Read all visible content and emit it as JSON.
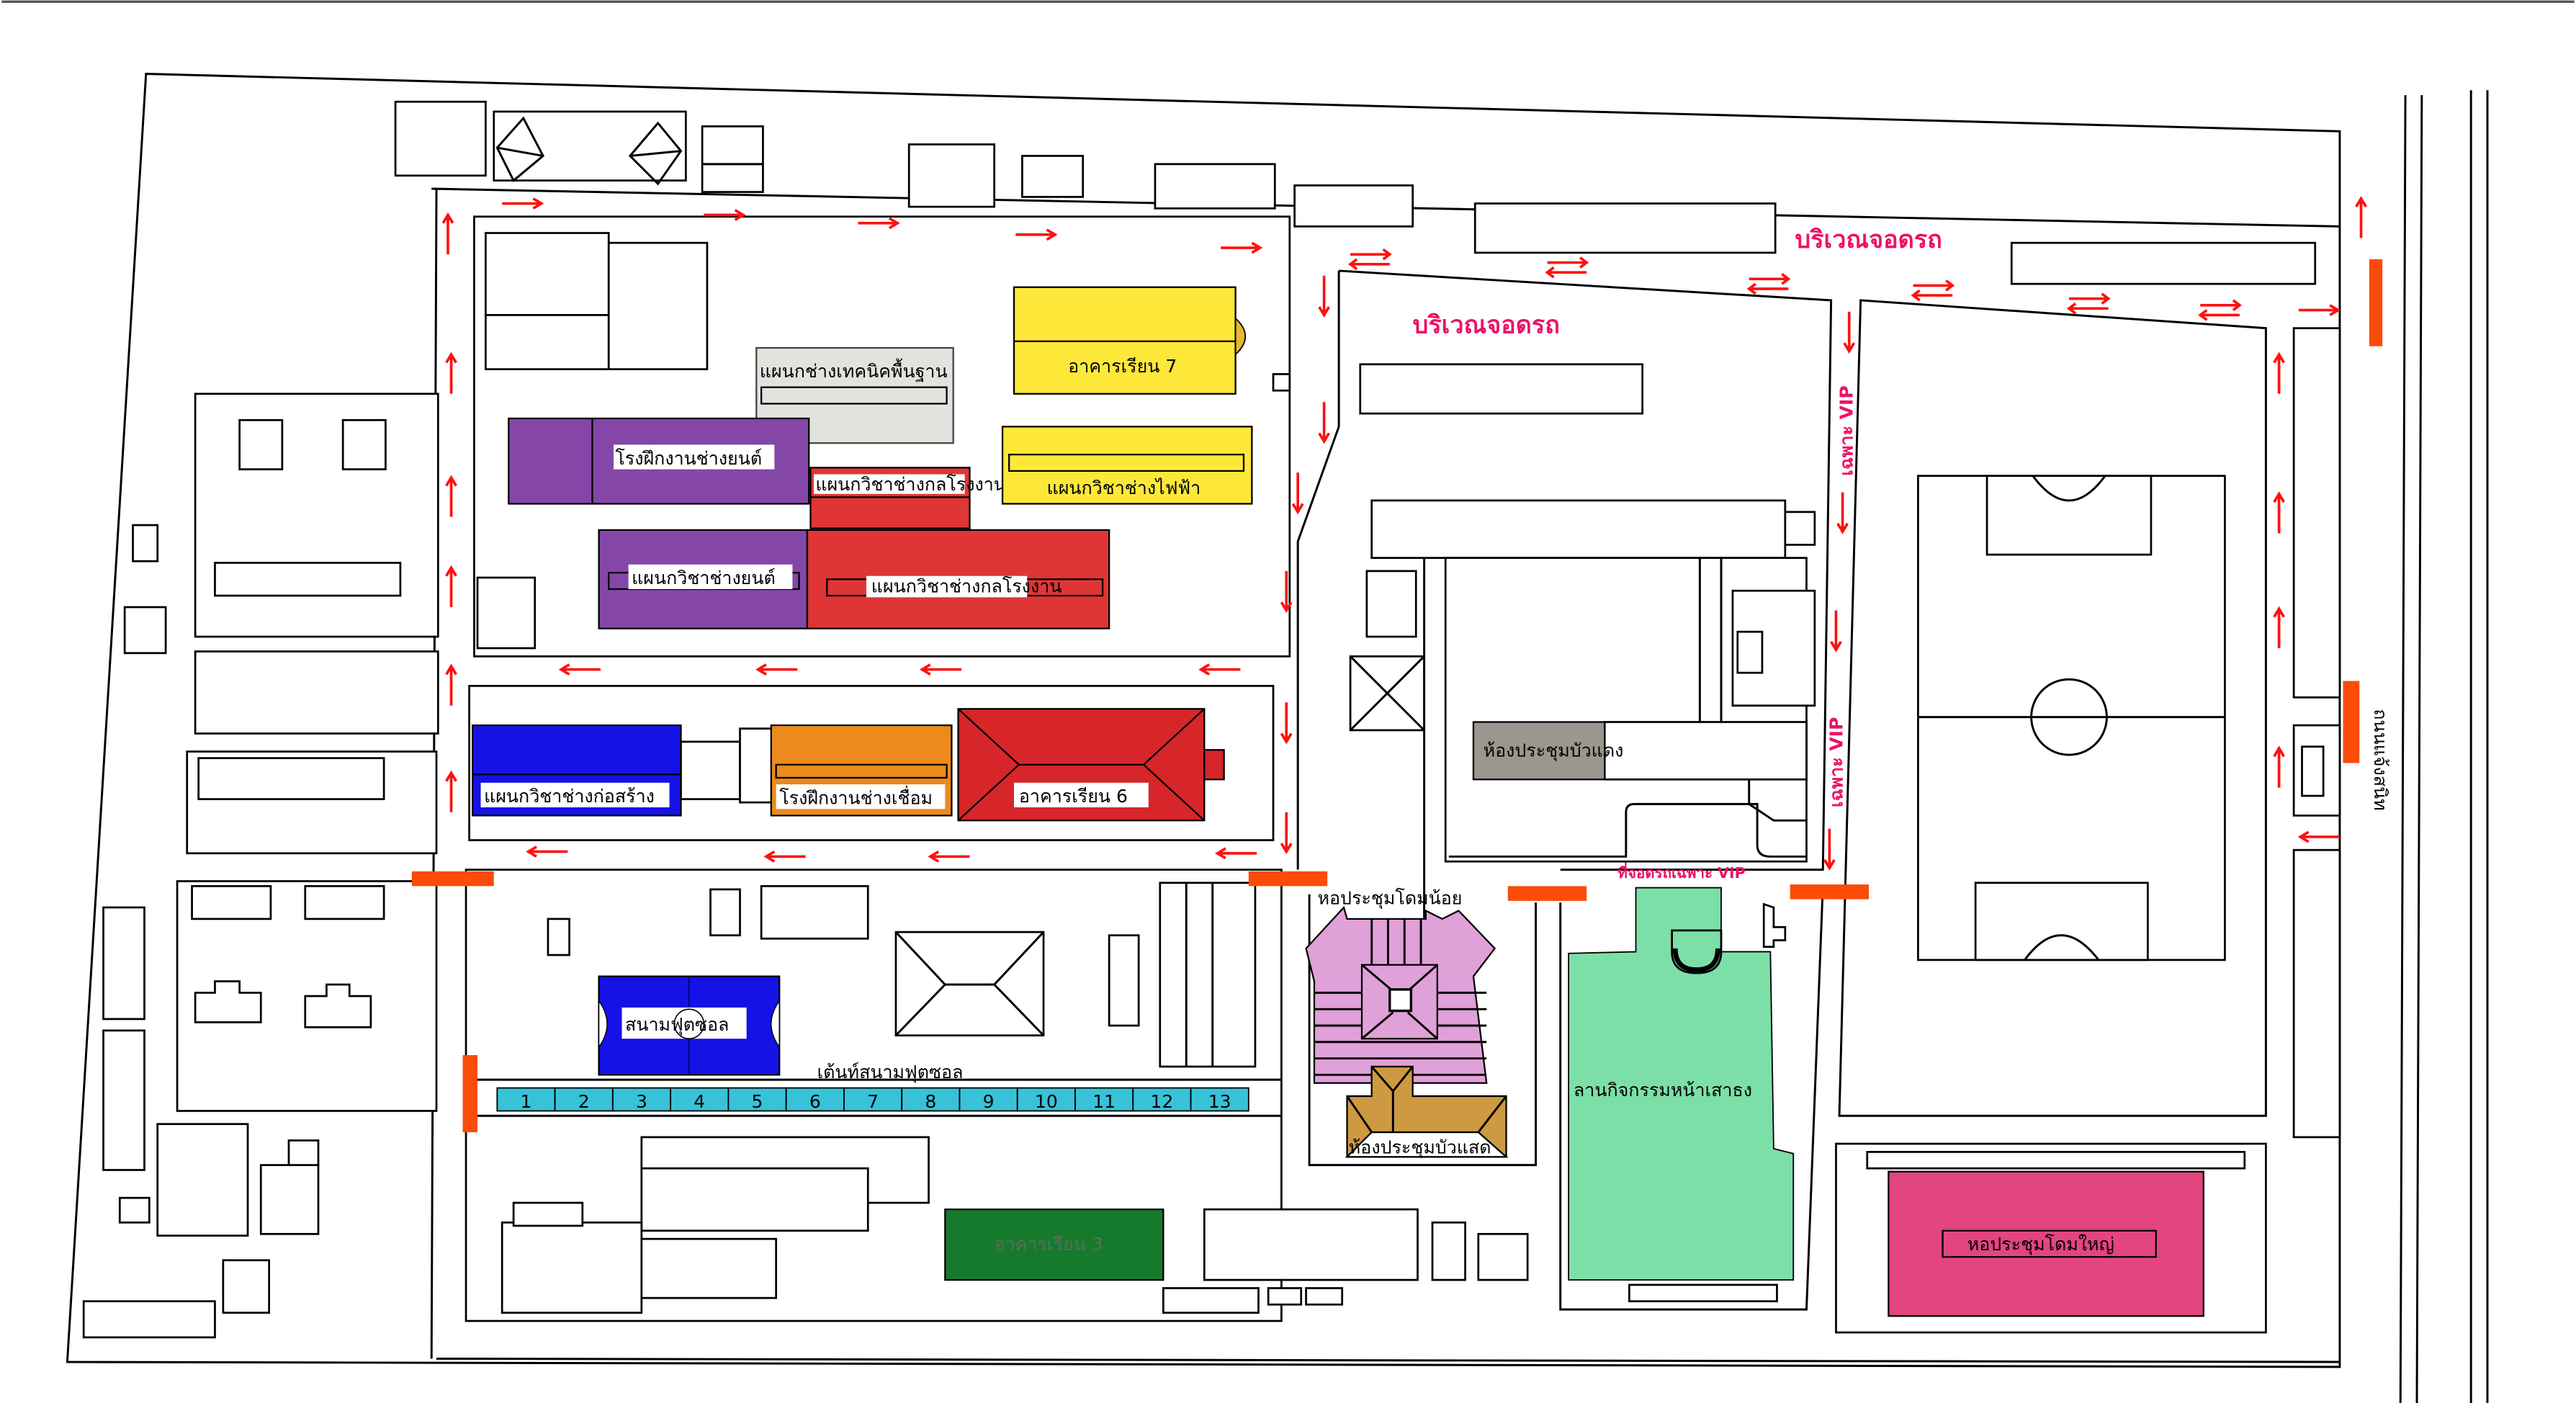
{
  "colors": {
    "arrow": "#ff1010",
    "barrier": "#fa4c08",
    "parking_label": "#ee1166",
    "purple": "#8447a8",
    "red": "#e03535",
    "yellow": "#fde83a",
    "grey": "#e2e2de",
    "blue": "#1512e6",
    "orange": "#ec8a1c",
    "pink_dome": "#e0a0d8",
    "brown": "#cd9a42",
    "green_plaza": "#7ddfa8",
    "dark_green": "#157a2c",
    "magenta": "#e2457f",
    "cyan": "#38c2d8",
    "taupe": "#9d968e"
  },
  "labels": {
    "parking_top": "บริเวณจอดรถ",
    "parking_center": "บริเวณจอดรถ",
    "building7": "อาคารเรียน  7",
    "basic_tech": "แผนกช่างเทคนิคพื้นฐาน",
    "auto_workshop": "โรงฝึกงานช่างยนต์",
    "machine_small": "แผนกวิชาช่างกลโรงงาน",
    "electrical": "แผนกวิชาช่างไฟฟ้า",
    "auto_dept": "แผนกวิชาช่างยนต์",
    "machine_dept": "แผนกวิชาช่างกลโรงงาน",
    "construction": "แผนกวิชาช่างก่อสร้าง",
    "welding": "โรงฝึกงานช่างเชื่อม",
    "building6": "อาคารเรียน  6",
    "vip_lane_1": "เฉพาะ VIP",
    "vip_lane_2": "เฉพาะ VIP",
    "bua_daeng": "ห้องประชุมบัวแดง",
    "vip_parking": "ที่จอดรถเฉพาะ VIP",
    "small_dome": "หอประชุมโดมน้อย",
    "futsal": "สนามฟุตซอล",
    "futsal_tent": "เต้นท์สนามฟุตซอล",
    "bua_saed": "ห้องประชุมบัวแสด",
    "flag_plaza": "ลานกิจกรรมหน้าเสาธง",
    "building3": "อาคารเรียน  3",
    "big_dome": "หอประชุมโดมใหญ่",
    "road": "ถนนแจ้งสนิท"
  },
  "tent_numbers": [
    "1",
    "2",
    "3",
    "4",
    "5",
    "6",
    "7",
    "8",
    "9",
    "10",
    "11",
    "12",
    "13"
  ]
}
